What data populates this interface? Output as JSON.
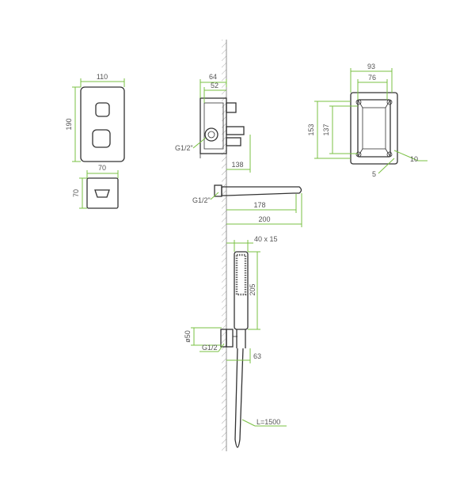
{
  "colors": {
    "dimension": "#7ac143",
    "outline": "#333333",
    "text": "#555555"
  },
  "panel": {
    "width": "110",
    "height": "190"
  },
  "diverter": {
    "width": "70",
    "height": "70"
  },
  "valve_box": {
    "overall": "64",
    "inner": "52",
    "thread": "G1/2\"",
    "depth": "138"
  },
  "mount_frame": {
    "outer_w": "93",
    "inner_w": "76",
    "outer_h": "153",
    "inner_h": "137",
    "corner_a": "10",
    "corner_b": "5"
  },
  "spout": {
    "thread": "G1/2\"",
    "reach": "178",
    "length": "200"
  },
  "handshower": {
    "section": "40 x 15",
    "length": "205",
    "outlet_dia": "ø50",
    "thread": "G1/2",
    "projection": "63",
    "hose": "L=1500"
  }
}
